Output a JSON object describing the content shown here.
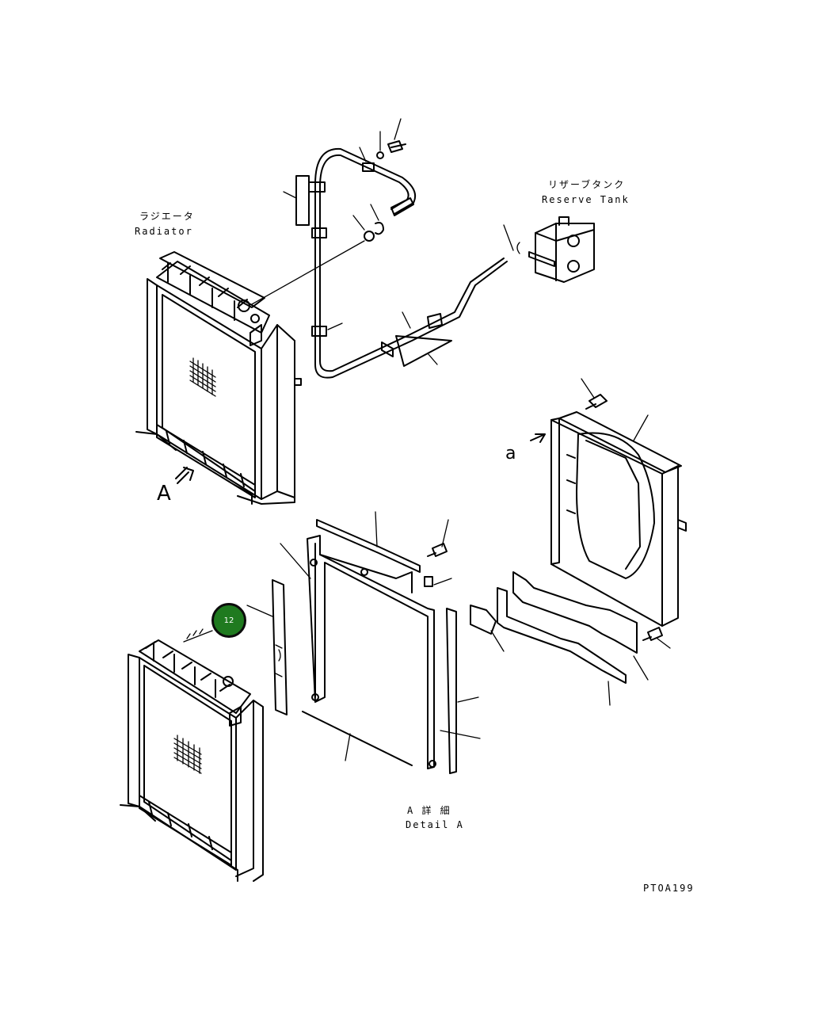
{
  "labels": {
    "radiator_jp": "ラジエータ",
    "radiator_en": "Radiator",
    "reserve_tank_jp": "リザーブタンク",
    "reserve_tank_en": "Reserve Tank",
    "detail_a_jp": "A 詳 細",
    "detail_a_en": "Detail A",
    "view_a": "A",
    "view_a_small": "a",
    "drawing_code": "PTOA199"
  },
  "marker": {
    "number": "12",
    "color": "#1f7a1f"
  }
}
